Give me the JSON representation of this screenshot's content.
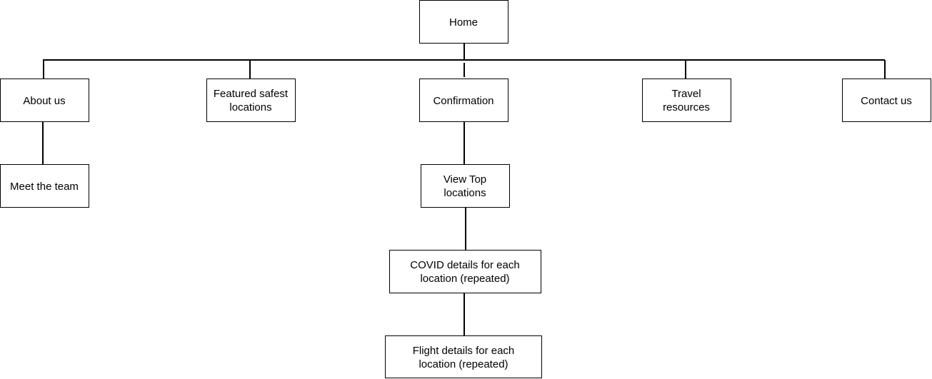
{
  "nodes": {
    "home": {
      "lines": [
        "Home"
      ]
    },
    "about_us": {
      "lines": [
        "About us"
      ]
    },
    "featured_safest_locations": {
      "lines": [
        "Featured safest",
        "locations"
      ]
    },
    "confirmation": {
      "lines": [
        "Confirmation"
      ]
    },
    "travel_resources": {
      "lines": [
        "Travel",
        "resources"
      ]
    },
    "contact_us": {
      "lines": [
        "Contact us"
      ]
    },
    "meet_the_team": {
      "lines": [
        "Meet the team"
      ]
    },
    "view_top_locations": {
      "lines": [
        "View Top",
        "locations"
      ]
    },
    "covid_details": {
      "lines": [
        "COVID details for each",
        "location (repeated)"
      ]
    },
    "flight_details": {
      "lines": [
        "Flight details for each",
        "location (repeated)"
      ]
    }
  },
  "edges": [
    [
      "home",
      "about_us"
    ],
    [
      "home",
      "featured_safest_locations"
    ],
    [
      "home",
      "confirmation"
    ],
    [
      "home",
      "travel_resources"
    ],
    [
      "home",
      "contact_us"
    ],
    [
      "about_us",
      "meet_the_team"
    ],
    [
      "confirmation",
      "view_top_locations"
    ],
    [
      "view_top_locations",
      "covid_details"
    ],
    [
      "covid_details",
      "flight_details"
    ]
  ]
}
